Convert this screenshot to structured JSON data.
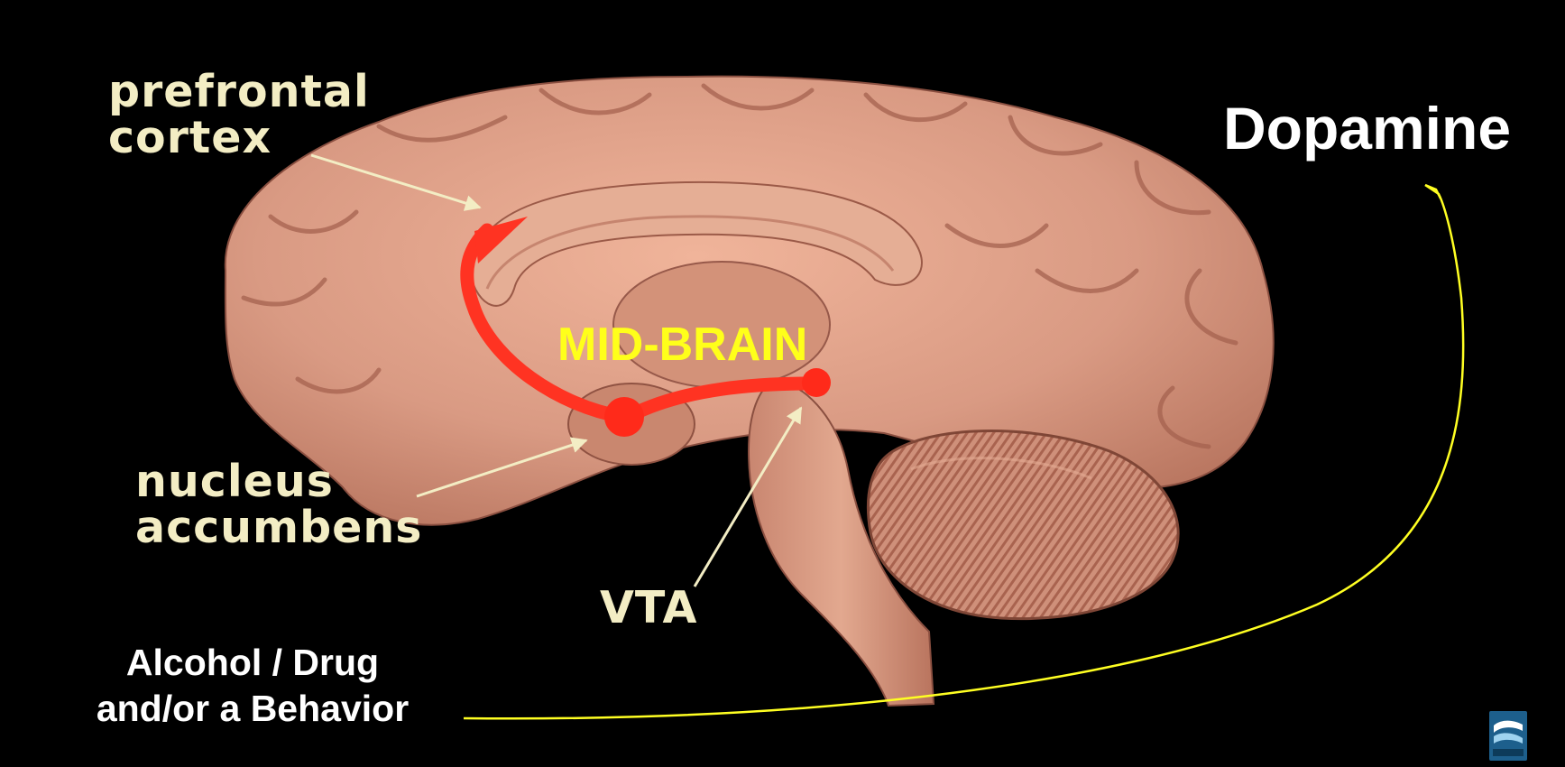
{
  "labels": {
    "prefrontal_line1": "prefrontal",
    "prefrontal_line2": "cortex",
    "nucleus_line1": "nucleus",
    "nucleus_line2": "accumbens",
    "vta": "VTA",
    "midbrain": "MID-BRAIN",
    "dopamine": "Dopamine",
    "trigger_line1": "Alcohol / Drug",
    "trigger_line2": "and/or a Behavior"
  },
  "colors": {
    "background": "#000000",
    "brain_tissue": "#d99a83",
    "pathway": "#ff3322",
    "label_text": "#f3edc4",
    "midbrain_text": "#ffff1a",
    "dopamine_line": "#ffff22"
  },
  "logo": {
    "icon": "savant-logo-icon"
  }
}
